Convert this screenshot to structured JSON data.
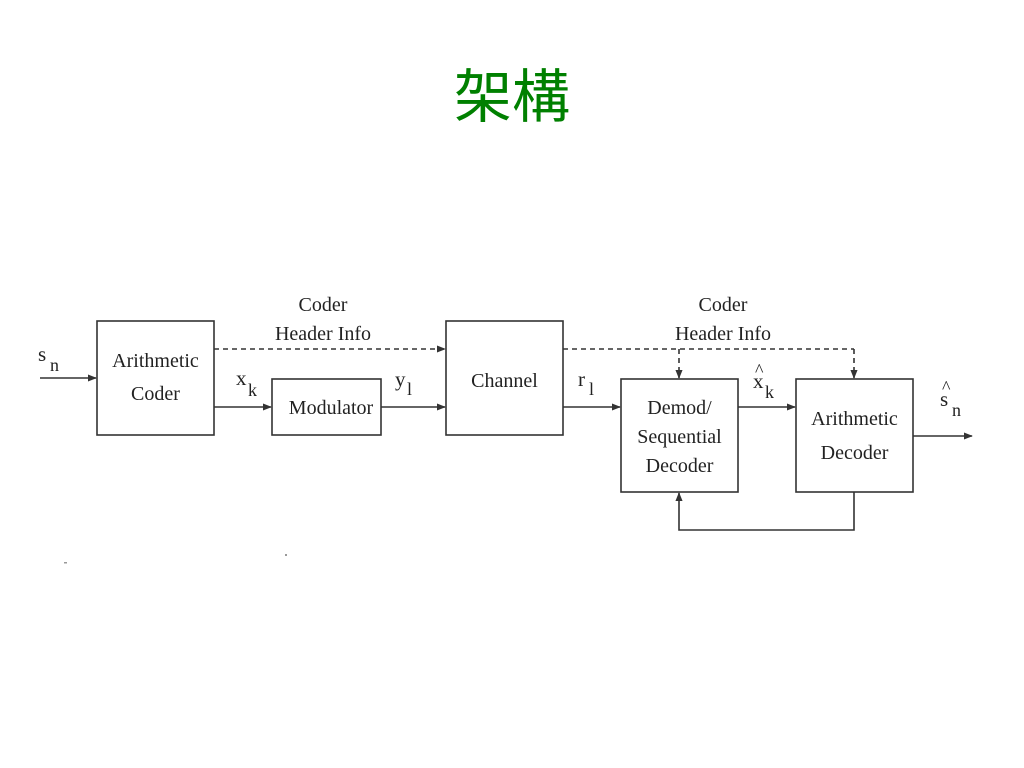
{
  "title": "架構",
  "diagram": {
    "blocks": {
      "arith_coder": [
        "Arithmetic",
        "Coder"
      ],
      "modulator": "Modulator",
      "channel": "Channel",
      "demod": [
        "Demod/",
        "Sequential",
        "Decoder"
      ],
      "arith_decoder": [
        "Arithmetic",
        "Decoder"
      ]
    },
    "header_info_left": [
      "Coder",
      "Header Info"
    ],
    "header_info_right": [
      "Coder",
      "Header Info"
    ],
    "signals": {
      "s_n": {
        "main": "s",
        "sub": "n"
      },
      "x_k": {
        "main": "x",
        "sub": "k"
      },
      "y_l": {
        "main": "y",
        "sub": "l"
      },
      "r_l": {
        "main": "r",
        "sub": "l"
      },
      "xhat_k": {
        "hat": "^",
        "main": "x",
        "sub": "k"
      },
      "shat_n": {
        "hat": "^",
        "main": "s",
        "sub": "n"
      }
    }
  }
}
